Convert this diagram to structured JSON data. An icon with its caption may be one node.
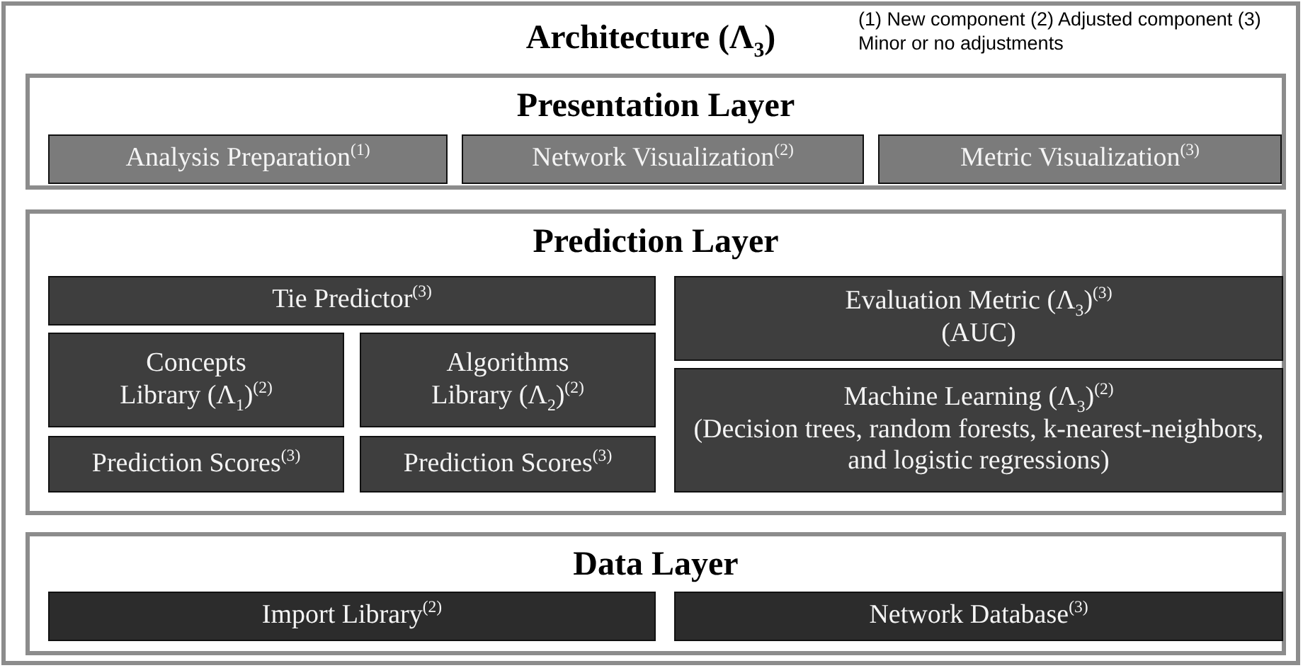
{
  "diagram": {
    "nodes": [
      {
        "text": [
          "Architecture (Λ$_{3}$)"
        ]
      },
      {
        "text": [
          "Presentation Layer"
        ],
        "in": 0
      },
      {
        "text": [
          "Analysis Preparation$^{(1)}$"
        ],
        "in": 1
      },
      {
        "text": [
          "Network Visualization$^{(2)}$"
        ],
        "in": 1
      },
      {
        "text": [
          "Metric Visualization$^{(3)}$"
        ],
        "in": 1
      },
      {
        "text": [
          "Prediction Layer"
        ],
        "in": 0
      },
      {
        "text": [
          "Tie Predictor$^{(3)}$"
        ],
        "in": 5
      },
      {
        "text": [
          "Evaluation Metric (Λ$_{3}$)$^{(3)}$",
          "(AUC)"
        ],
        "in": 5
      },
      {
        "text": [
          "Concepts Library (Λ$_{1}$)$^{(2)}$"
        ],
        "in": 5
      },
      {
        "text": [
          "Algorithms Library (Λ$_{2}$)$^{(2)}$"
        ],
        "in": 5
      },
      {
        "text": [
          "Machine Learning (Λ$_{3}$)$^{(2)}$",
          "(Decision trees, random forests, k-nearest-neighbors, and logistic regressions)"
        ],
        "in": 5
      },
      {
        "text": [
          "Prediction Scores$^{(3)}$"
        ],
        "in": 5
      },
      {
        "text": [
          "Prediction Scores$^{(3)}$"
        ],
        "in": 5
      },
      {
        "text": [
          "Data Layer"
        ],
        "in": 0
      },
      {
        "text": [
          "Import Library$^{(2)}$"
        ],
        "in": 13
      },
      {
        "text": [
          "Network Database$^{(3)}$"
        ],
        "in": 13
      }
    ],
    "edges": [],
    "labels": [
      "(1) New component (2) Adjusted component (3) Minor or no adjustments"
    ]
  }
}
